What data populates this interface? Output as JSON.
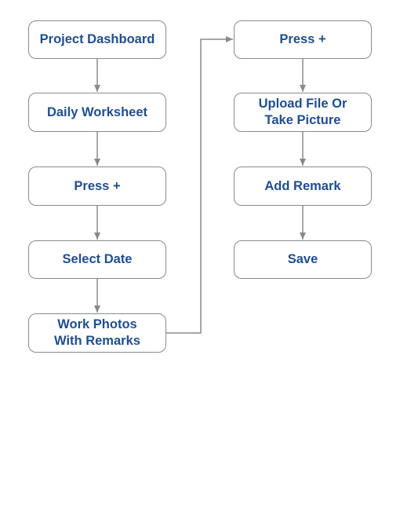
{
  "diagram": {
    "nodes": [
      {
        "id": "n1",
        "label": "Project Dashboard"
      },
      {
        "id": "n2",
        "label": "Daily Worksheet"
      },
      {
        "id": "n3",
        "label": "Press +"
      },
      {
        "id": "n4",
        "label": "Select Date"
      },
      {
        "id": "n5",
        "label": "Work Photos\nWith Remarks"
      },
      {
        "id": "n6",
        "label": "Press +"
      },
      {
        "id": "n7",
        "label": "Upload File Or\nTake Picture"
      },
      {
        "id": "n8",
        "label": "Add Remark"
      },
      {
        "id": "n9",
        "label": "Save"
      }
    ],
    "edges": [
      {
        "from": "n1",
        "to": "n2"
      },
      {
        "from": "n2",
        "to": "n3"
      },
      {
        "from": "n3",
        "to": "n4"
      },
      {
        "from": "n4",
        "to": "n5"
      },
      {
        "from": "n5",
        "to": "n6"
      },
      {
        "from": "n6",
        "to": "n7"
      },
      {
        "from": "n7",
        "to": "n8"
      },
      {
        "from": "n8",
        "to": "n9"
      }
    ],
    "colors": {
      "text": "#1f4e8f",
      "border": "#8a8a8a",
      "connector": "#8a8a8a"
    }
  }
}
